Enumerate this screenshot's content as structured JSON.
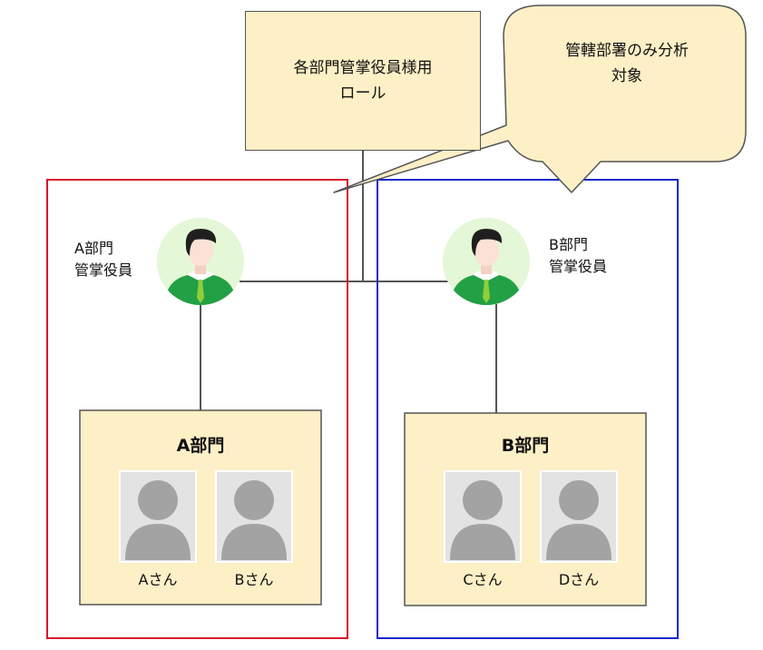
{
  "role_box": {
    "lines": [
      "各部門管掌役員様用",
      "ロール"
    ]
  },
  "callout": {
    "lines": [
      "管轄部署のみ分析",
      "対象"
    ]
  },
  "group_a": {
    "border_color": "#d9142b",
    "manager": {
      "lines": [
        "A部門",
        "管掌役員"
      ],
      "icon": "manager-avatar"
    },
    "department": {
      "title": "A部門",
      "members": [
        "Aさん",
        "Bさん"
      ]
    }
  },
  "group_b": {
    "border_color": "#1428c8",
    "manager": {
      "lines": [
        "B部門",
        "管掌役員"
      ],
      "icon": "manager-avatar"
    },
    "department": {
      "title": "B部門",
      "members": [
        "Cさん",
        "Dさん"
      ]
    }
  },
  "colors": {
    "box_fill": "#fdefc6",
    "avatar_bg": "#e4f7d6",
    "shirt": "#22a045",
    "tie": "#8fcf3c",
    "placeholder_bg": "#e3e3e3",
    "placeholder_person": "#a3a3a3"
  }
}
